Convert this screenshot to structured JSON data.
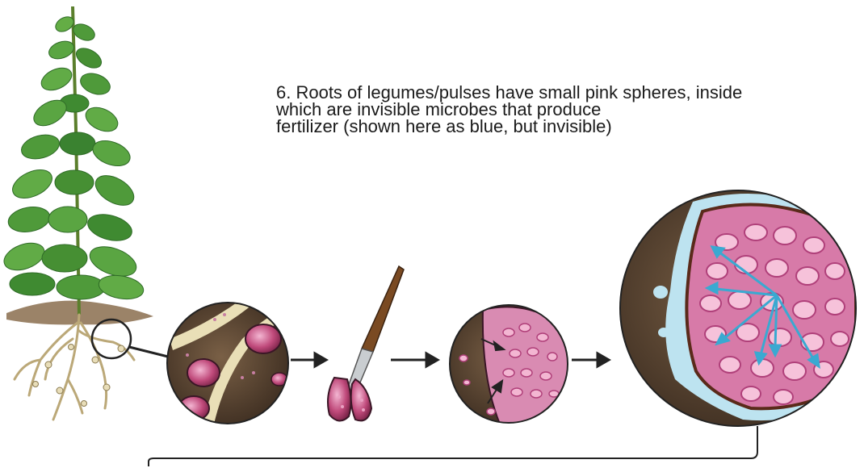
{
  "caption": {
    "lines": [
      "6. Roots of legumes/pulses have small pink spheres, inside",
      "which are invisible microbes that produce",
      "fertilizer (shown here as blue, but invisible)"
    ]
  },
  "colors": {
    "soil": "#5a4634",
    "soil_dark": "#3f2f22",
    "nodule_pink": "#d8568f",
    "nodule_light": "#f3b6d2",
    "nodule_flesh": "#c04a7b",
    "microbe_blue": "#3aa9d1",
    "ice_blue": "#bde3f0",
    "leaf_green": "#4f9a3a",
    "leaf_dark": "#2f6b27",
    "root": "#d8cfa8",
    "knife_blade": "#bfc3c6",
    "knife_handle": "#7a4a22",
    "outline": "#222222"
  },
  "icons": [
    "legume-plant",
    "root-magnifier-circle",
    "knife-cut-nodule",
    "nodule-cross-section",
    "microbe-closeup"
  ]
}
